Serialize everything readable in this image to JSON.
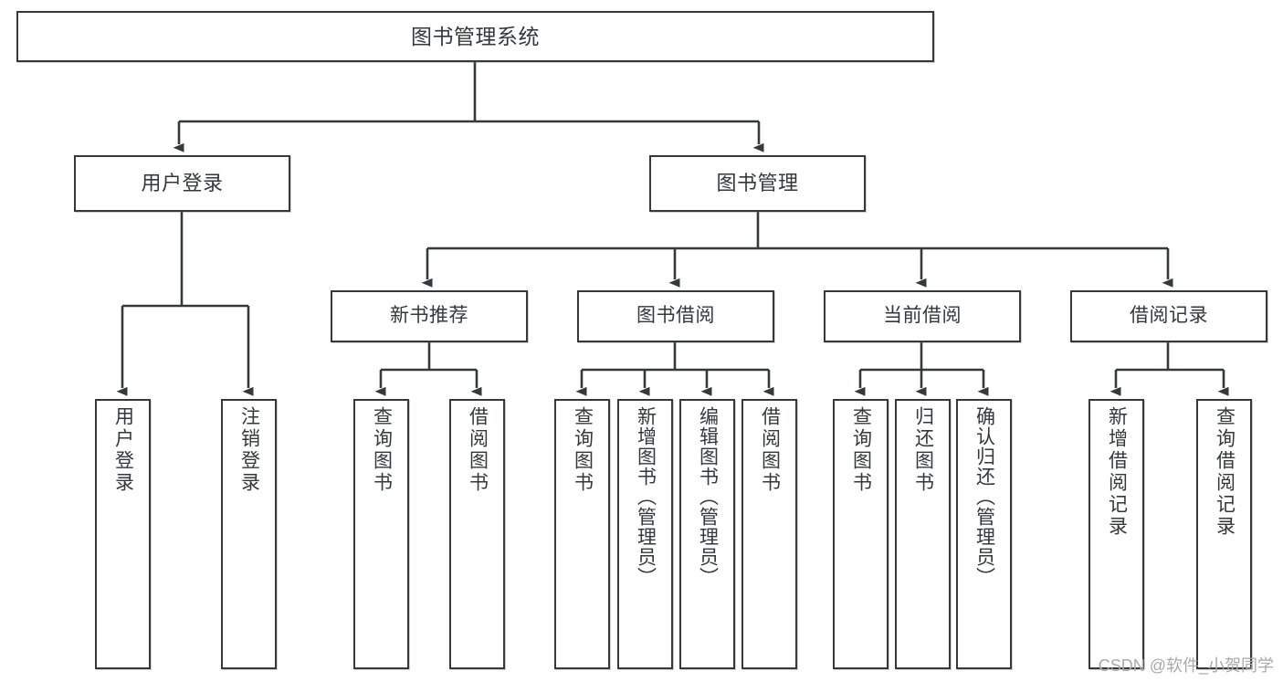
{
  "diagram": {
    "type": "tree-hierarchy",
    "title": "图书管理系统",
    "orientation": "top-down",
    "colors": {
      "box_border": "#36383c",
      "box_fill": "#ffffff",
      "edge": "#36383c",
      "text": "#35373b",
      "watermark": "#a9a9a9",
      "background": "#ffffff"
    },
    "root": {
      "label": "图书管理系统"
    },
    "level2": [
      {
        "id": "user-login",
        "label": "用户登录"
      },
      {
        "id": "book-management",
        "label": "图书管理"
      }
    ],
    "level3": [
      {
        "id": "new-book-recommend",
        "label": "新书推荐",
        "parent": "book-management"
      },
      {
        "id": "book-borrow",
        "label": "图书借阅",
        "parent": "book-management"
      },
      {
        "id": "current-borrow",
        "label": "当前借阅",
        "parent": "book-management"
      },
      {
        "id": "borrow-record",
        "label": "借阅记录",
        "parent": "book-management"
      }
    ],
    "leaves": {
      "user-login": [
        {
          "id": "leaf-user-login",
          "label": "用户登录"
        },
        {
          "id": "leaf-user-logout",
          "label": "注销登录"
        }
      ],
      "new-book-recommend": [
        {
          "id": "leaf-query-book-1",
          "label": "查询图书"
        },
        {
          "id": "leaf-borrow-book-1",
          "label": "借阅图书"
        }
      ],
      "book-borrow": [
        {
          "id": "leaf-query-book-2",
          "label": "查询图书"
        },
        {
          "id": "leaf-add-book",
          "label": "新增图书（管理员）"
        },
        {
          "id": "leaf-edit-book",
          "label": "编辑图书（管理员）"
        },
        {
          "id": "leaf-borrow-book-2",
          "label": "借阅图书"
        }
      ],
      "current-borrow": [
        {
          "id": "leaf-query-book-3",
          "label": "查询图书"
        },
        {
          "id": "leaf-return-book",
          "label": "归还图书"
        },
        {
          "id": "leaf-confirm-return",
          "label": "确认归还（管理员）"
        }
      ],
      "borrow-record": [
        {
          "id": "leaf-add-record",
          "label": "新增借阅记录"
        },
        {
          "id": "leaf-query-record",
          "label": "查询借阅记录"
        }
      ]
    }
  },
  "watermark": {
    "text": "CSDN @软件_小贺同学"
  }
}
